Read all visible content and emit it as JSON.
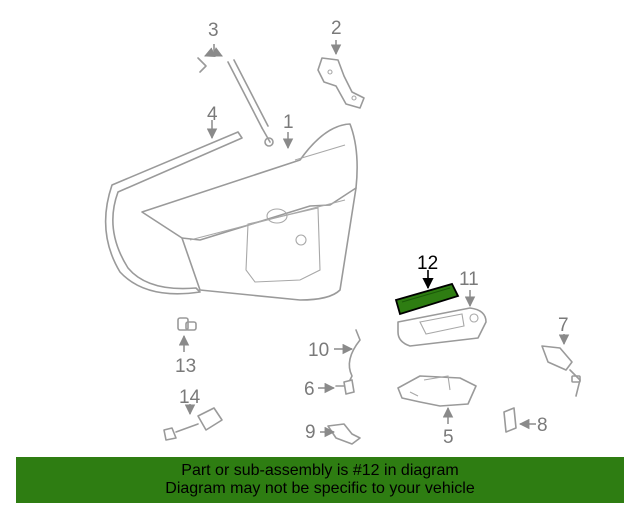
{
  "diagram": {
    "callouts": {
      "c1": "1",
      "c2": "2",
      "c3": "3",
      "c4": "4",
      "c5": "5",
      "c6": "6",
      "c7": "7",
      "c8": "8",
      "c9": "9",
      "c10": "10",
      "c11": "11",
      "c12": "12",
      "c13": "13",
      "c14": "14"
    },
    "highlighted_part": "12",
    "highlight_color": "#2e7d12"
  },
  "banner": {
    "line1": "Part or sub-assembly is #12 in diagram",
    "line2": "Diagram may not be specific to your vehicle",
    "background": "#2e7d12"
  }
}
